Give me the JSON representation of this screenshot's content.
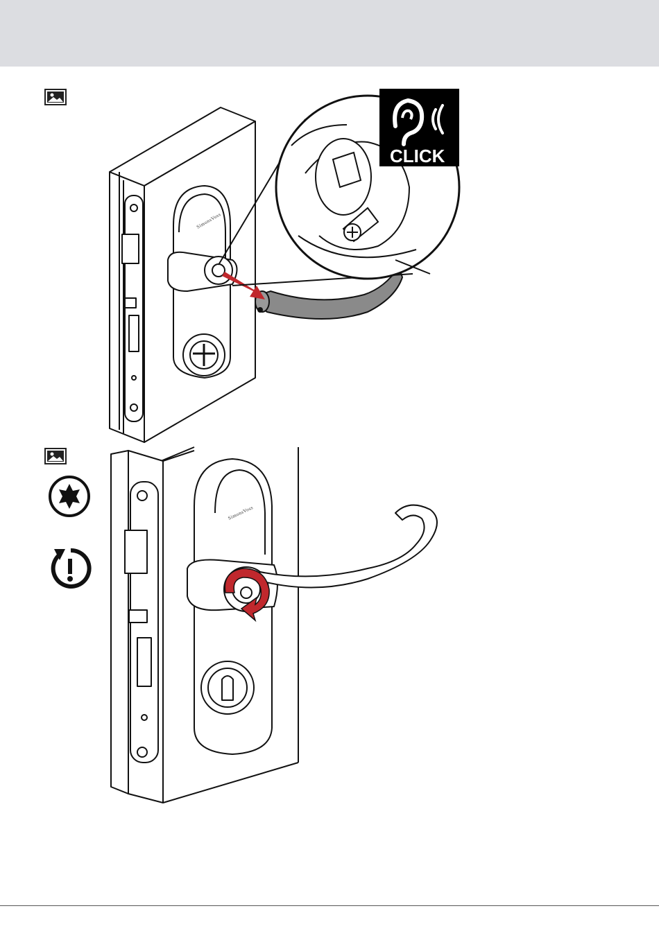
{
  "header": {
    "background": "#dcdde1"
  },
  "step1": {
    "badge_icon": "image-icon",
    "callout": {
      "label": "CLICK",
      "icons": [
        "ear-icon",
        "sound-waves-icon"
      ]
    },
    "brand": "SimonsVoss",
    "arrow_color": "#c0282d"
  },
  "step2": {
    "badge_icon": "image-icon",
    "side_icons": [
      "torx-star-icon",
      "rotate-caution-icon"
    ],
    "brand": "SimonsVoss",
    "rotation_arrow_color": "#c0282d"
  }
}
